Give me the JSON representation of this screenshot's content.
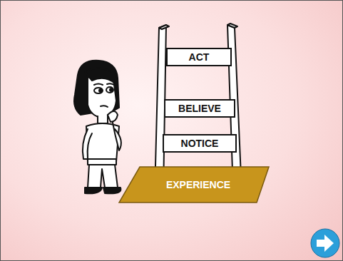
{
  "diagram": {
    "nodes": [
      {
        "text": [
          "ACT"
        ]
      },
      {
        "text": [
          "BELIEVE"
        ]
      },
      {
        "text": [
          "NOTICE"
        ]
      },
      {
        "text": [
          "EXPERIENCE"
        ]
      }
    ]
  }
}
